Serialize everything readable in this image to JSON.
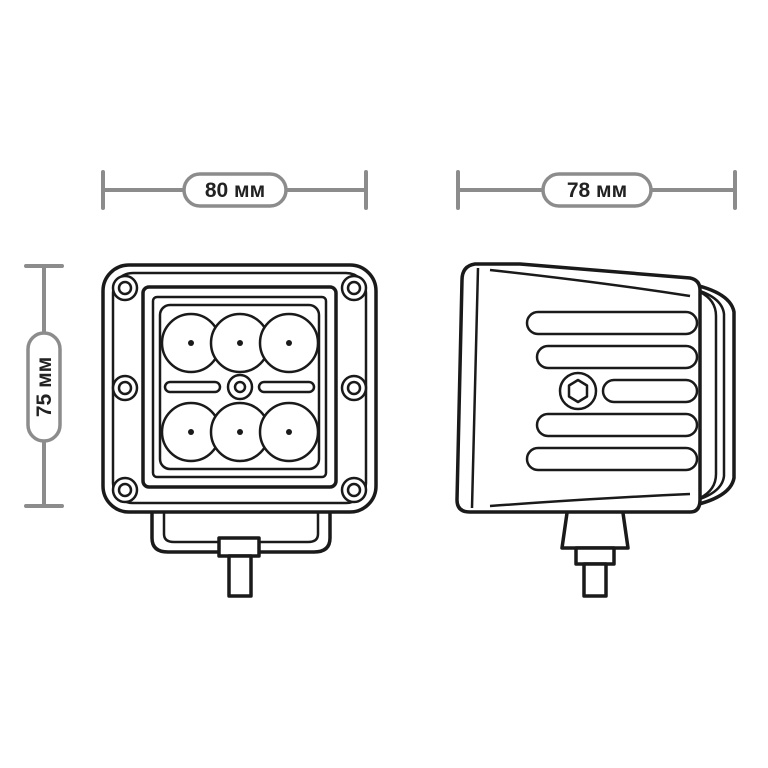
{
  "dimensions": {
    "width_label": "80 мм",
    "depth_label": "78 мм",
    "height_label": "75 мм"
  },
  "colors": {
    "dimension_line": "#8c8c8c",
    "outline": "#1a1a1a",
    "background": "#ffffff"
  }
}
